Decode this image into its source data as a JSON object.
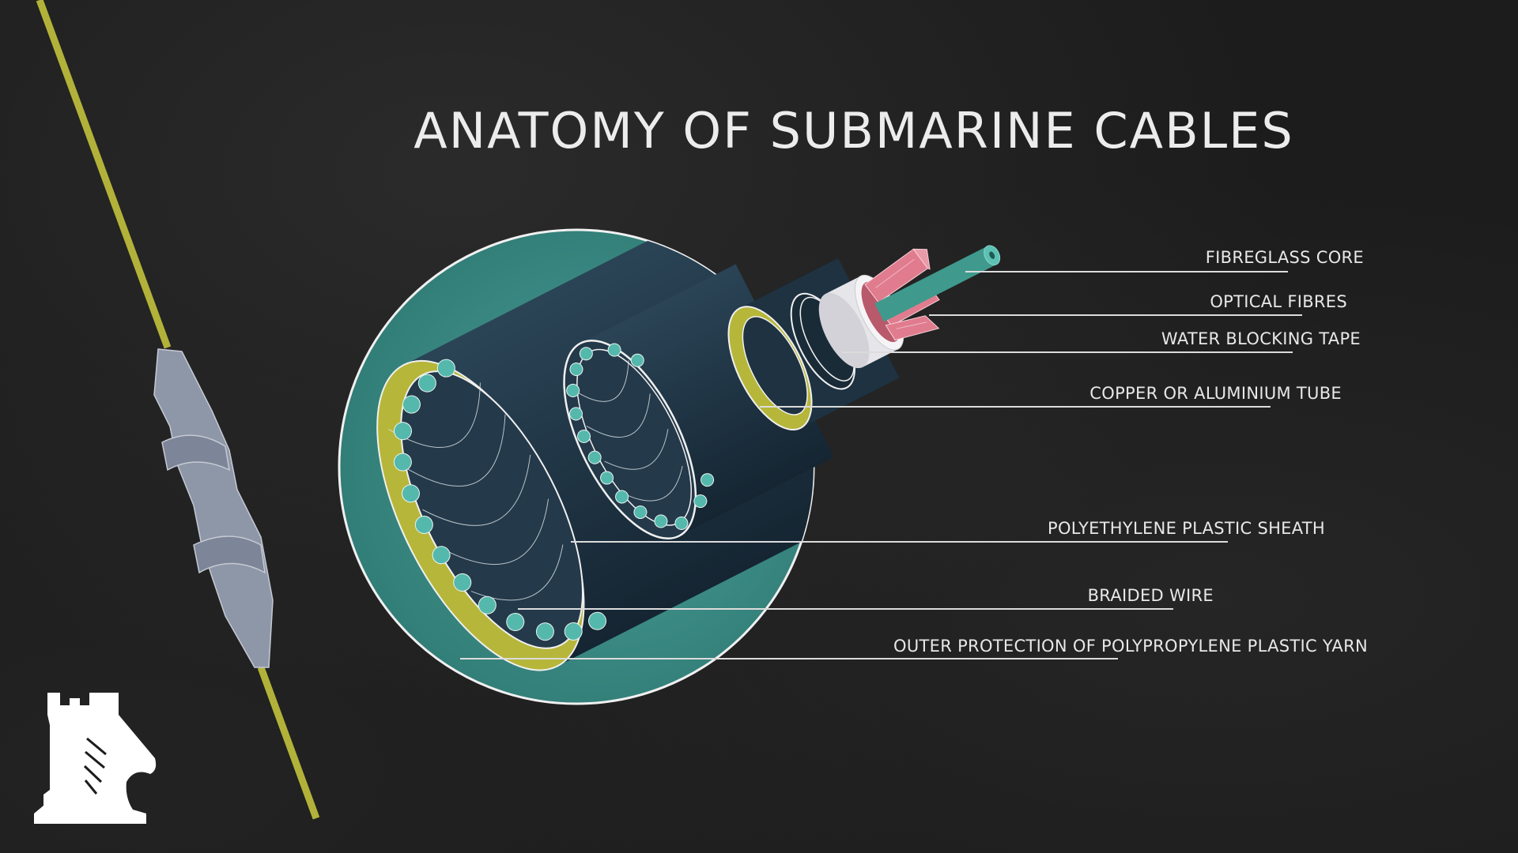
{
  "title": "ANATOMY OF SUBMARINE CABLES",
  "labels": {
    "fibreglass_core": "FIBREGLASS CORE",
    "optical_fibres": "OPTICAL FIBRES",
    "water_blocking_tape": "WATER BLOCKING TAPE",
    "copper_tube": "COPPER OR ALUMINIUM TUBE",
    "polyethylene_sheath": "POLYETHYLENE PLASTIC SHEATH",
    "braided_wire": "BRAIDED WIRE",
    "outer_protection": "OUTER PROTECTION OF POLYPROPYLENE PLASTIC YARN"
  },
  "colors": {
    "background": "#1c1c1c",
    "disc": "#3f8f88",
    "yellow": "#b6b63a",
    "navy": "#1d3140",
    "teal_wire": "#55b8ac",
    "pink_fibre": "#e07c8e",
    "tape_white": "#e6e6ea"
  }
}
